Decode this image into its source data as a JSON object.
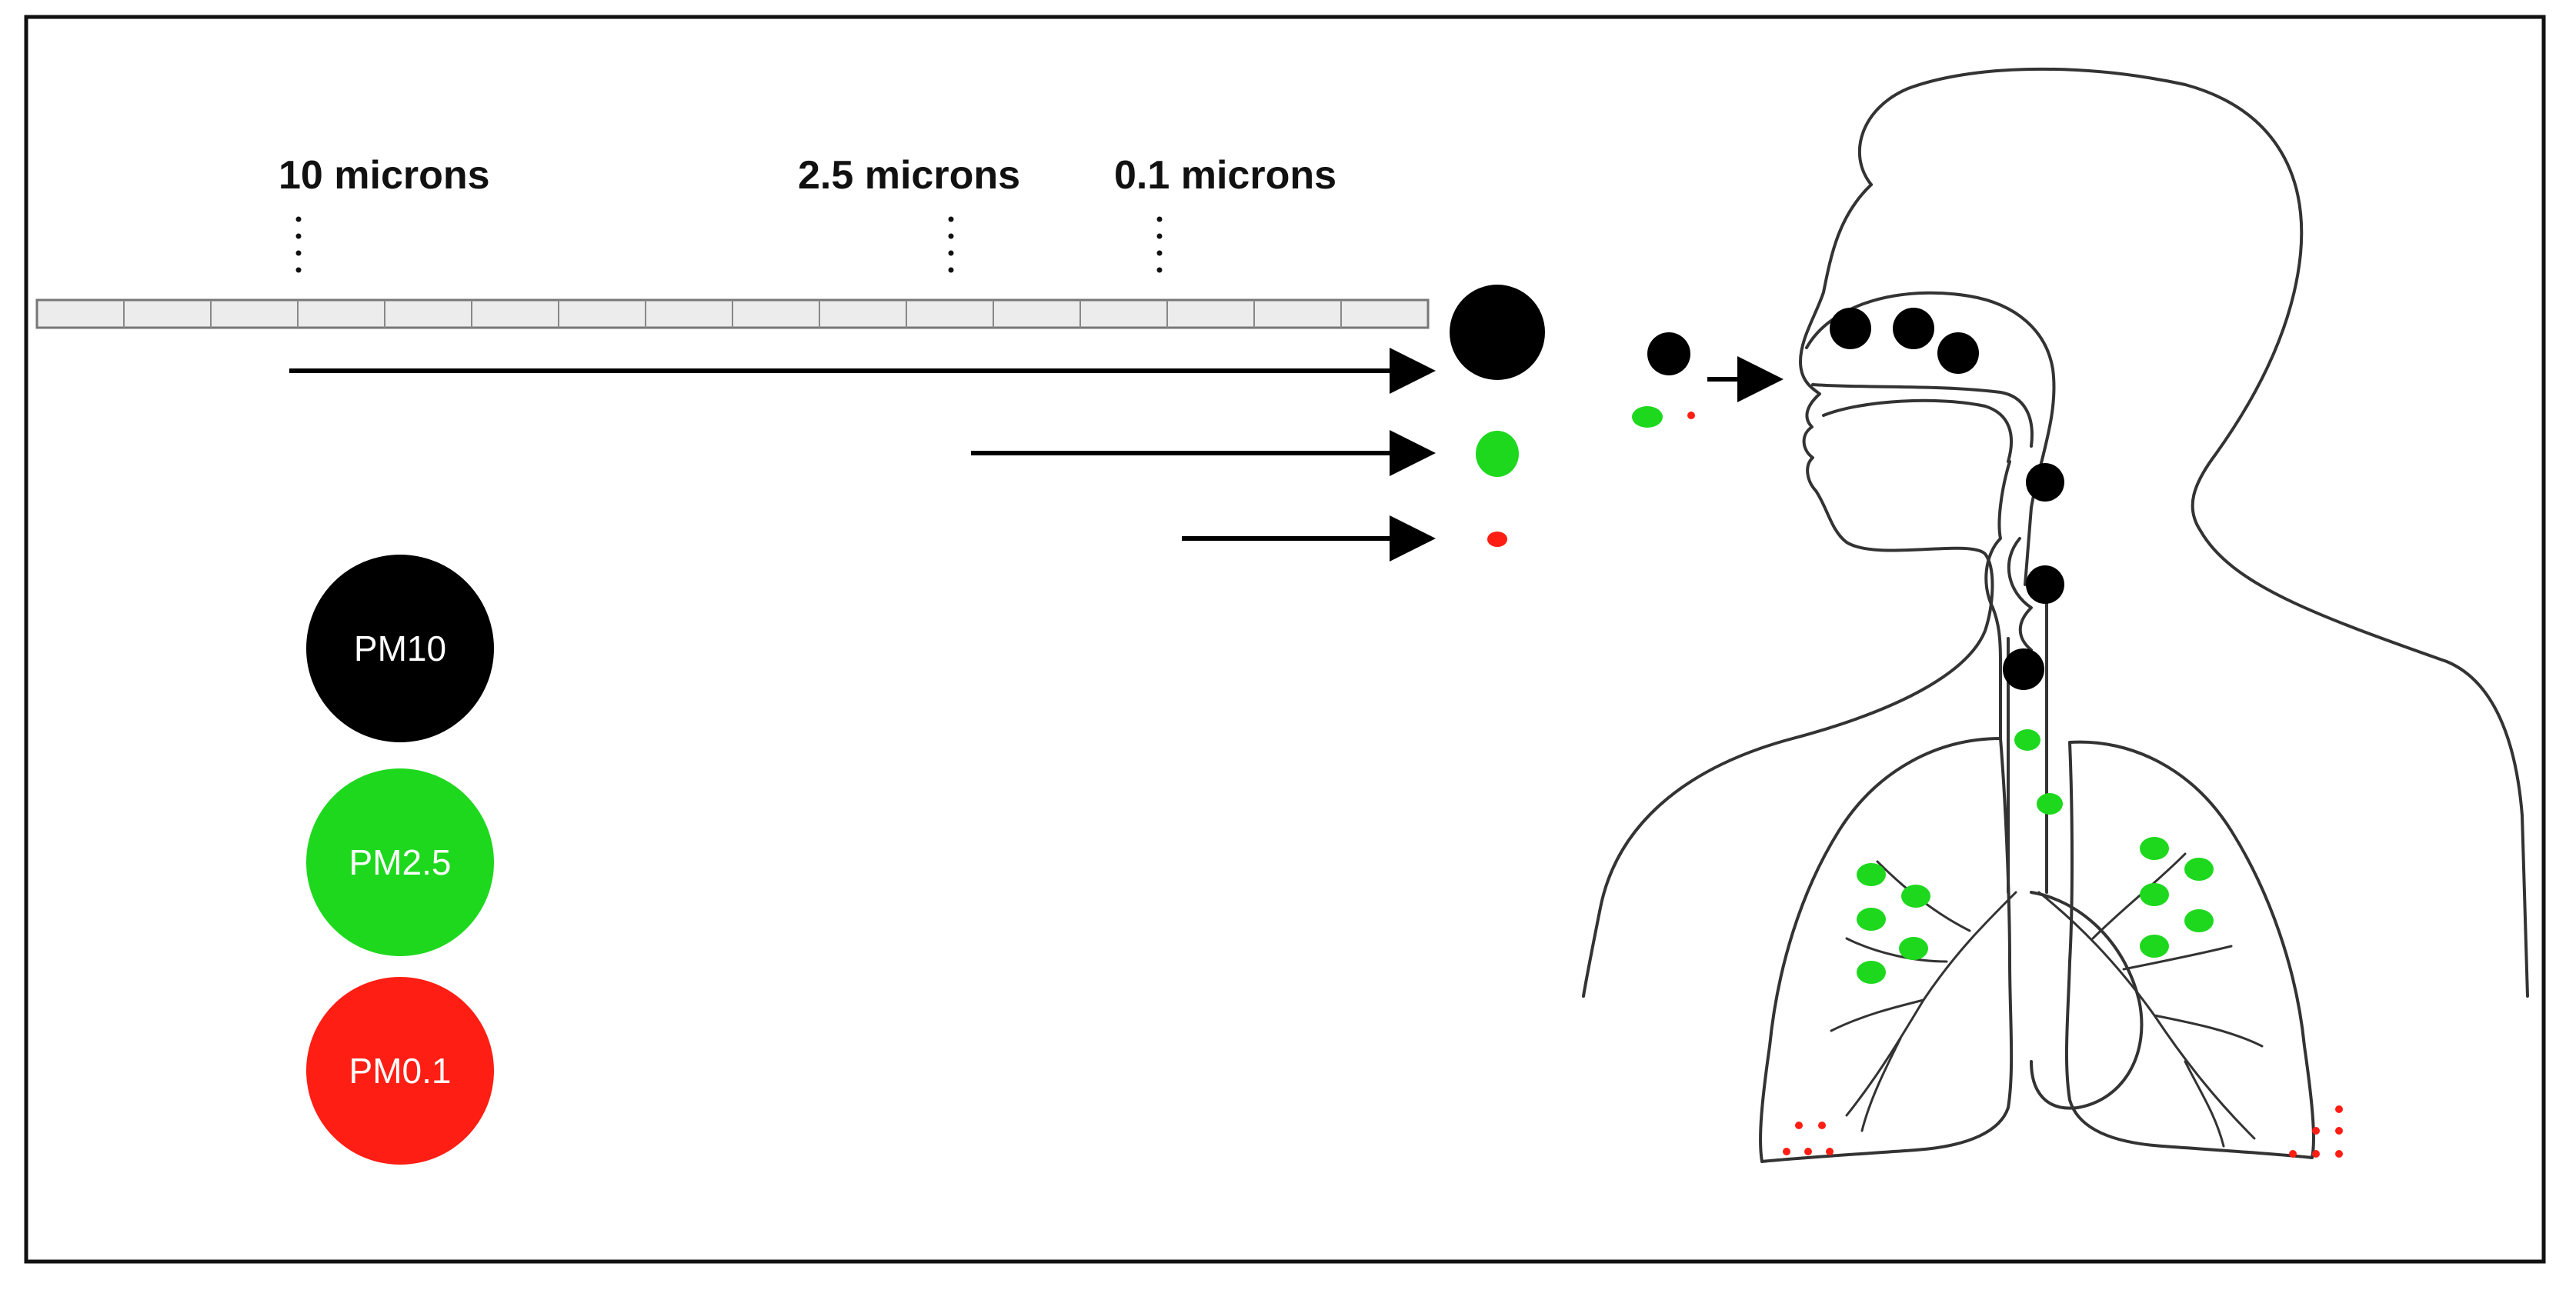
{
  "size_scale": {
    "labels": [
      {
        "text": "10 microns",
        "particle": "PM10"
      },
      {
        "text": "2.5 microns",
        "particle": "PM2.5"
      },
      {
        "text": "0.1 microns",
        "particle": "PM0.1"
      }
    ]
  },
  "legend": [
    {
      "label": "PM10",
      "color": "#000000"
    },
    {
      "label": "PM2.5",
      "color": "#1ed81e"
    },
    {
      "label": "PM0.1",
      "color": "#ff1e14"
    }
  ],
  "colors": {
    "pm10": "#000000",
    "pm25": "#1ed81e",
    "pm01": "#ff1e14",
    "outline": "#333333",
    "frame": "#111111",
    "ruler_fill": "#ececec"
  }
}
